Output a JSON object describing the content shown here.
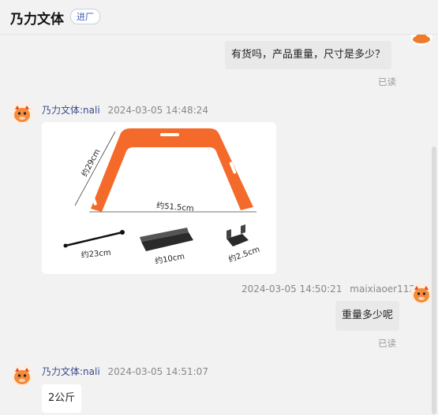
{
  "header": {
    "shop_name": "乃力文体",
    "badge": "进厂"
  },
  "messages": [
    {
      "id": "m1",
      "text": "有货吗，产品重量，尺寸是多少？",
      "status": "已读"
    },
    {
      "id": "m2",
      "sender": "乃力文体:nali",
      "time": "2024-03-05 14:48:24",
      "image_labels": {
        "height": "约29cm",
        "width": "约51.5cm",
        "rod": "约23cm",
        "clip": "约10cm",
        "cap": "约2.5cm"
      }
    },
    {
      "id": "m3",
      "time": "2024-03-05 14:50:21",
      "sender": "maixiaoer112",
      "text": "重量多少呢",
      "status": "已读"
    },
    {
      "id": "m4",
      "sender": "乃力文体:nali",
      "time": "2024-03-05 14:51:07",
      "text": "2公斤"
    }
  ],
  "icons": {
    "avatar": "orange-mascot-avatar-icon"
  },
  "colors": {
    "product_orange": "#f46a2a",
    "accent": "#3b5ab8",
    "background": "#f2f2f2"
  }
}
